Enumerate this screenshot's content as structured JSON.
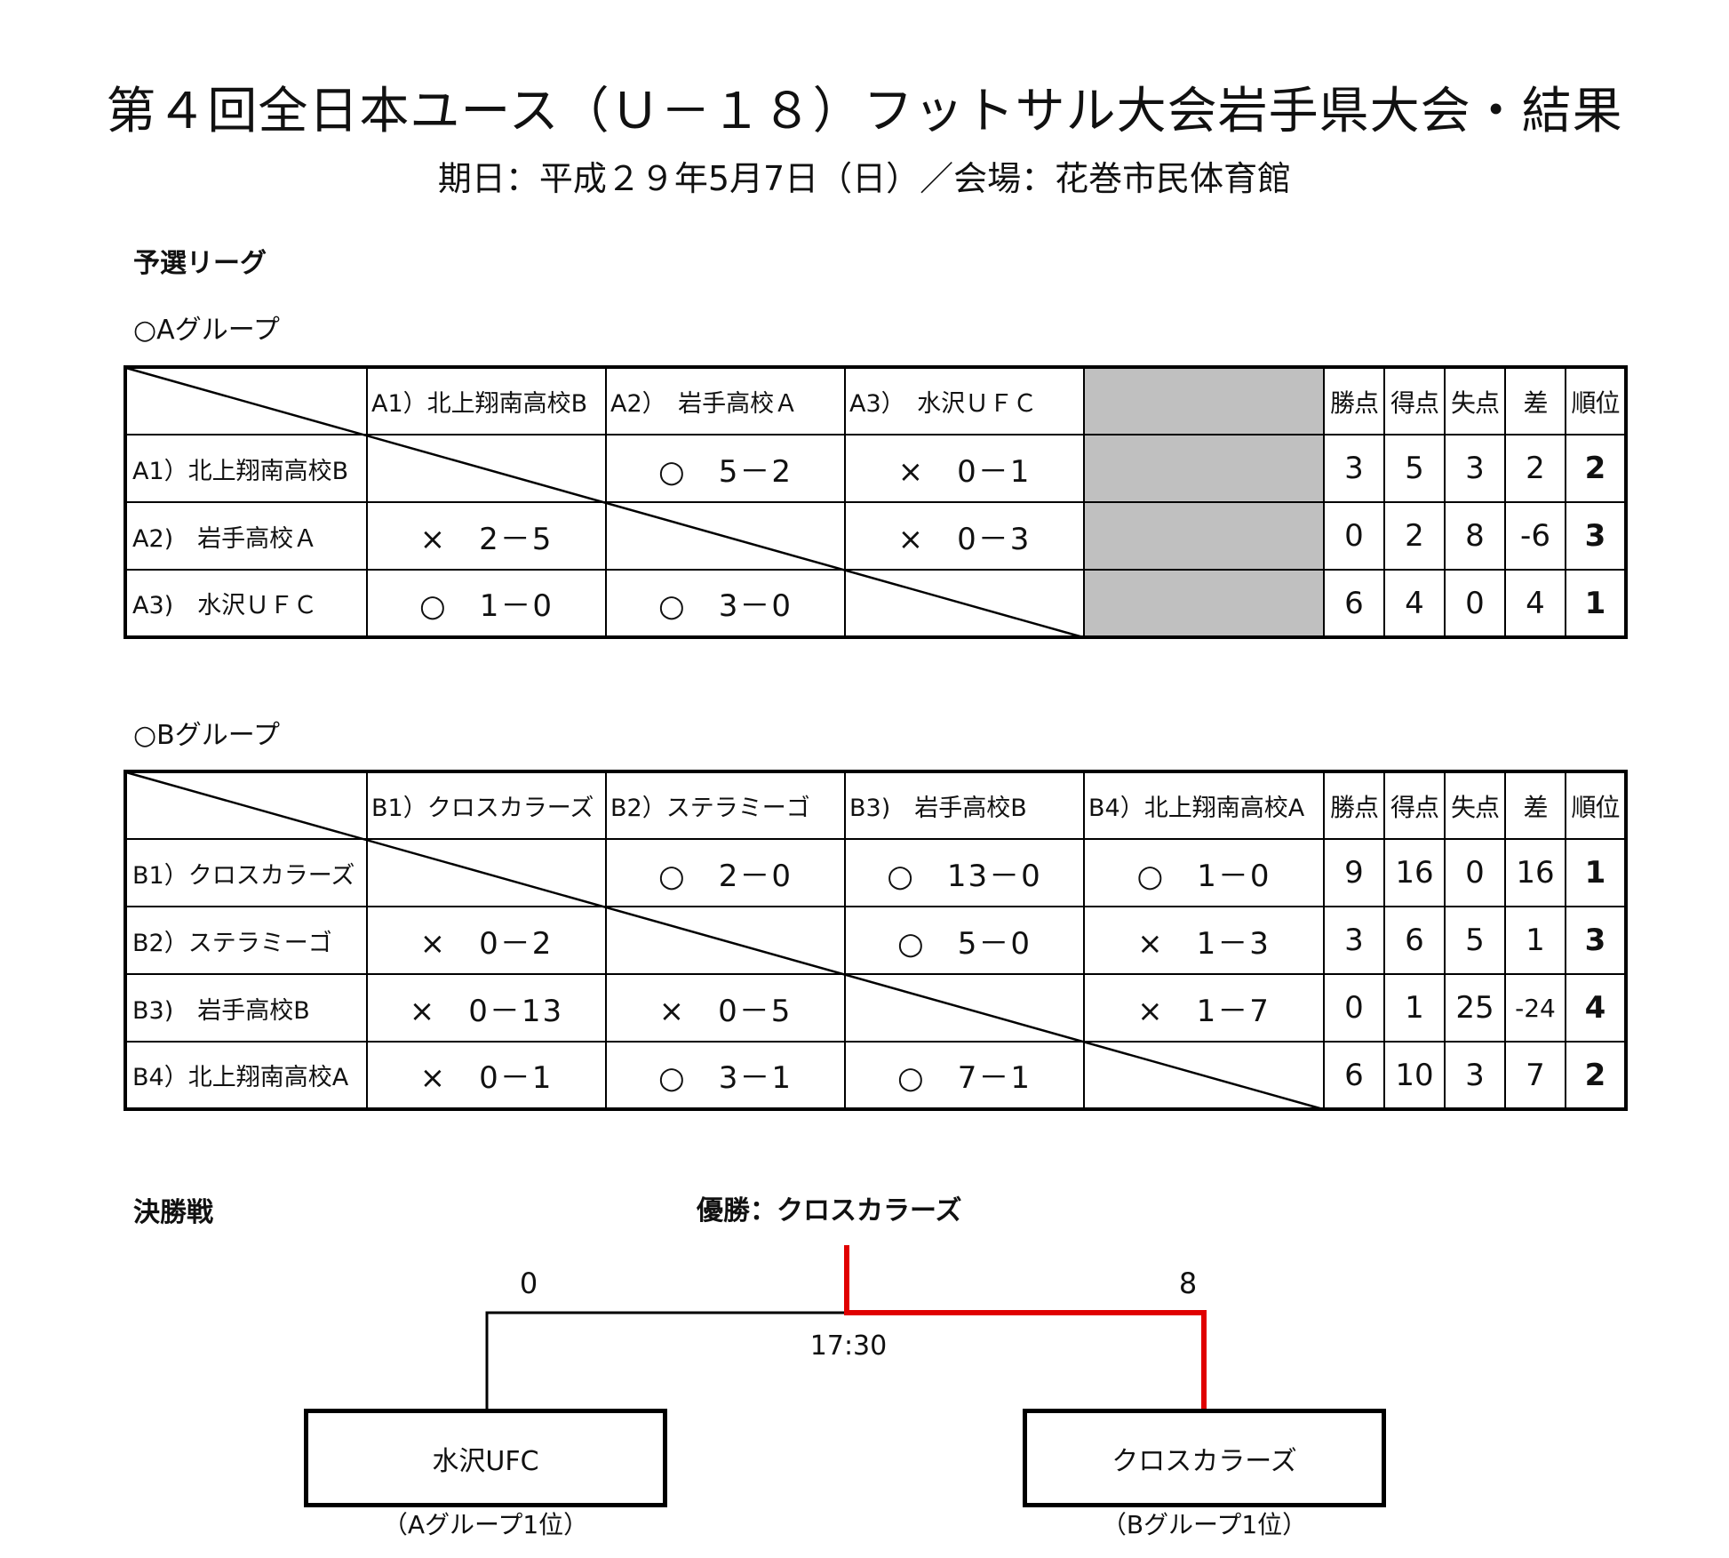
{
  "header": {
    "title": "第４回全日本ユース（Ｕ－１８）フットサル大会岩手県大会・結果",
    "subtitle": "期日：平成２９年5月7日（日）／会場：花巻市民体育館"
  },
  "sections": {
    "preliminary": "予選リーグ",
    "final": "決勝戦"
  },
  "group_a": {
    "label": "○Aグループ",
    "headers": [
      "A1）北上翔南高校B",
      "A2）　岩手高校Ａ",
      "A3）　水沢ＵＦＣ"
    ],
    "stat_headers": [
      "勝点",
      "得点",
      "失点",
      "差",
      "順位"
    ],
    "rows": [
      {
        "team": "A1）北上翔南高校B",
        "results": [
          "",
          "○　5－2",
          "×　0－1"
        ],
        "stats": [
          "3",
          "5",
          "3",
          "2",
          "2"
        ]
      },
      {
        "team": "A2)　岩手高校Ａ",
        "results": [
          "×　2－5",
          "",
          "×　0－3"
        ],
        "stats": [
          "0",
          "2",
          "8",
          "-6",
          "3"
        ]
      },
      {
        "team": "A3)　水沢ＵＦＣ",
        "results": [
          "○　1－0",
          "○　3－0",
          ""
        ],
        "stats": [
          "6",
          "4",
          "0",
          "4",
          "1"
        ]
      }
    ]
  },
  "group_b": {
    "label": "○Bグループ",
    "headers": [
      "B1）クロスカラーズ",
      "B2）ステラミーゴ",
      "B3)　岩手高校B",
      "B4）北上翔南高校A"
    ],
    "stat_headers": [
      "勝点",
      "得点",
      "失点",
      "差",
      "順位"
    ],
    "rows": [
      {
        "team": "B1）クロスカラーズ",
        "results": [
          "",
          "○　2－0",
          "○　13－0",
          "○　1－0"
        ],
        "stats": [
          "9",
          "16",
          "0",
          "16",
          "1"
        ]
      },
      {
        "team": "B2）ステラミーゴ",
        "results": [
          "×　0－2",
          "",
          "○　5－0",
          "×　1－3"
        ],
        "stats": [
          "3",
          "6",
          "5",
          "1",
          "3"
        ]
      },
      {
        "team": "B3)　岩手高校B",
        "results": [
          "×　0－13",
          "×　0－5",
          "",
          "×　1－7"
        ],
        "stats": [
          "0",
          "1",
          "25",
          "-24",
          "4"
        ]
      },
      {
        "team": "B4）北上翔南高校A",
        "results": [
          "×　0－1",
          "○　3－1",
          "○　7－1",
          ""
        ],
        "stats": [
          "6",
          "10",
          "3",
          "7",
          "2"
        ]
      }
    ]
  },
  "final": {
    "winner_label": "優勝：クロスカラーズ",
    "time": "17:30",
    "left": {
      "team": "水沢UFC",
      "seed": "（Aグループ1位）",
      "score": "0"
    },
    "right": {
      "team": "クロスカラーズ",
      "seed": "（Bグループ1位）",
      "score": "8"
    },
    "winner_line_color": "#e00000"
  }
}
